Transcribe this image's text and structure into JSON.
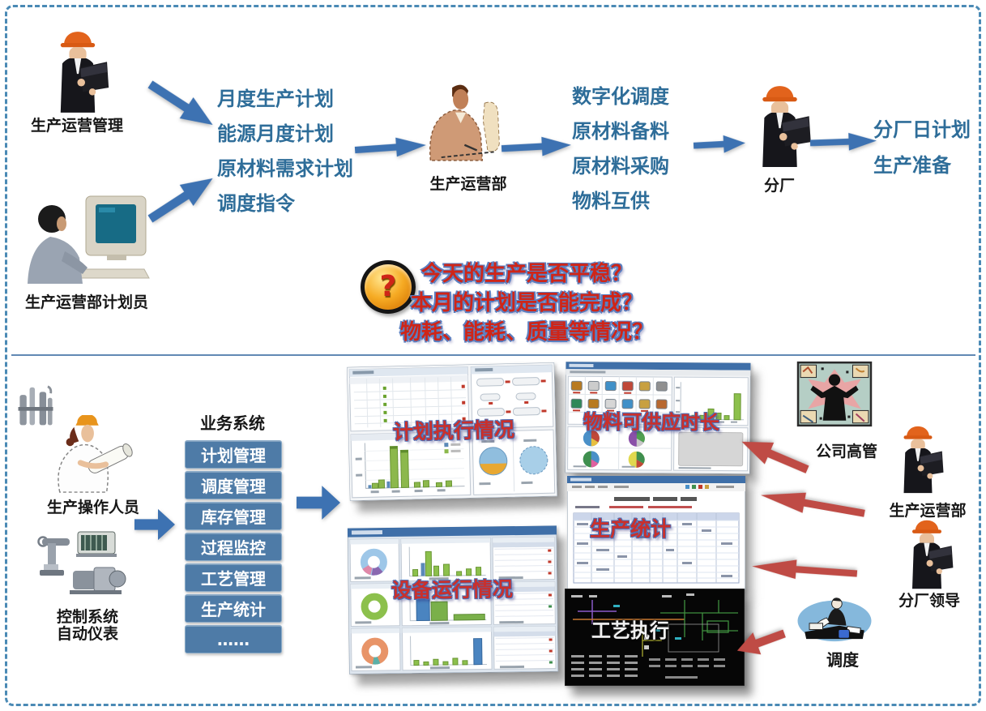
{
  "palette": {
    "border_blue": "#4a8ab5",
    "arrow_blue": "#3d72b2",
    "arrow_red": "#bf4b45",
    "list_text_blue": "#2e6d99",
    "question_red": "#cf2518",
    "module_button_blue": "#4e7ba7",
    "overlay_label_red": "#c9302c"
  },
  "top_flow": {
    "manager_label": "生产运营管理",
    "planner_label": "生产运营部计划员",
    "plan_outputs": [
      "月度生产计划",
      "能源月度计划",
      "原材料需求计划",
      "调度指令"
    ],
    "ops_dept_label": "生产运营部",
    "dispatch_outputs": [
      "数字化调度",
      "原材料备料",
      "原材料采购",
      "物料互供"
    ],
    "branch_label": "分厂",
    "branch_outputs": [
      "分厂日计划",
      "生产准备"
    ]
  },
  "questions": {
    "icon_glyph": "?",
    "lines": [
      "今天的生产是否平稳？",
      "本月的计划是否能完成？",
      "物耗、能耗、质量等情况？"
    ]
  },
  "bottom_flow": {
    "operator_label": "生产操作人员",
    "control_label_line1": "控制系统",
    "control_label_line2": "自动仪表",
    "business_system_title": "业务系统",
    "modules": [
      "计划管理",
      "调度管理",
      "库存管理",
      "过程监控",
      "工艺管理",
      "生产统计",
      "……"
    ],
    "screens": {
      "plan_execution": "计划执行情况",
      "equipment_status": "设备运行情况",
      "material_supply": "物料可供应时长",
      "production_stats": "生产统计",
      "process_execution": "工艺执行"
    },
    "viewers": {
      "executive": "公司高管",
      "ops_dept": "生产运营部",
      "branch_leader": "分厂领导",
      "dispatcher": "调度"
    }
  }
}
